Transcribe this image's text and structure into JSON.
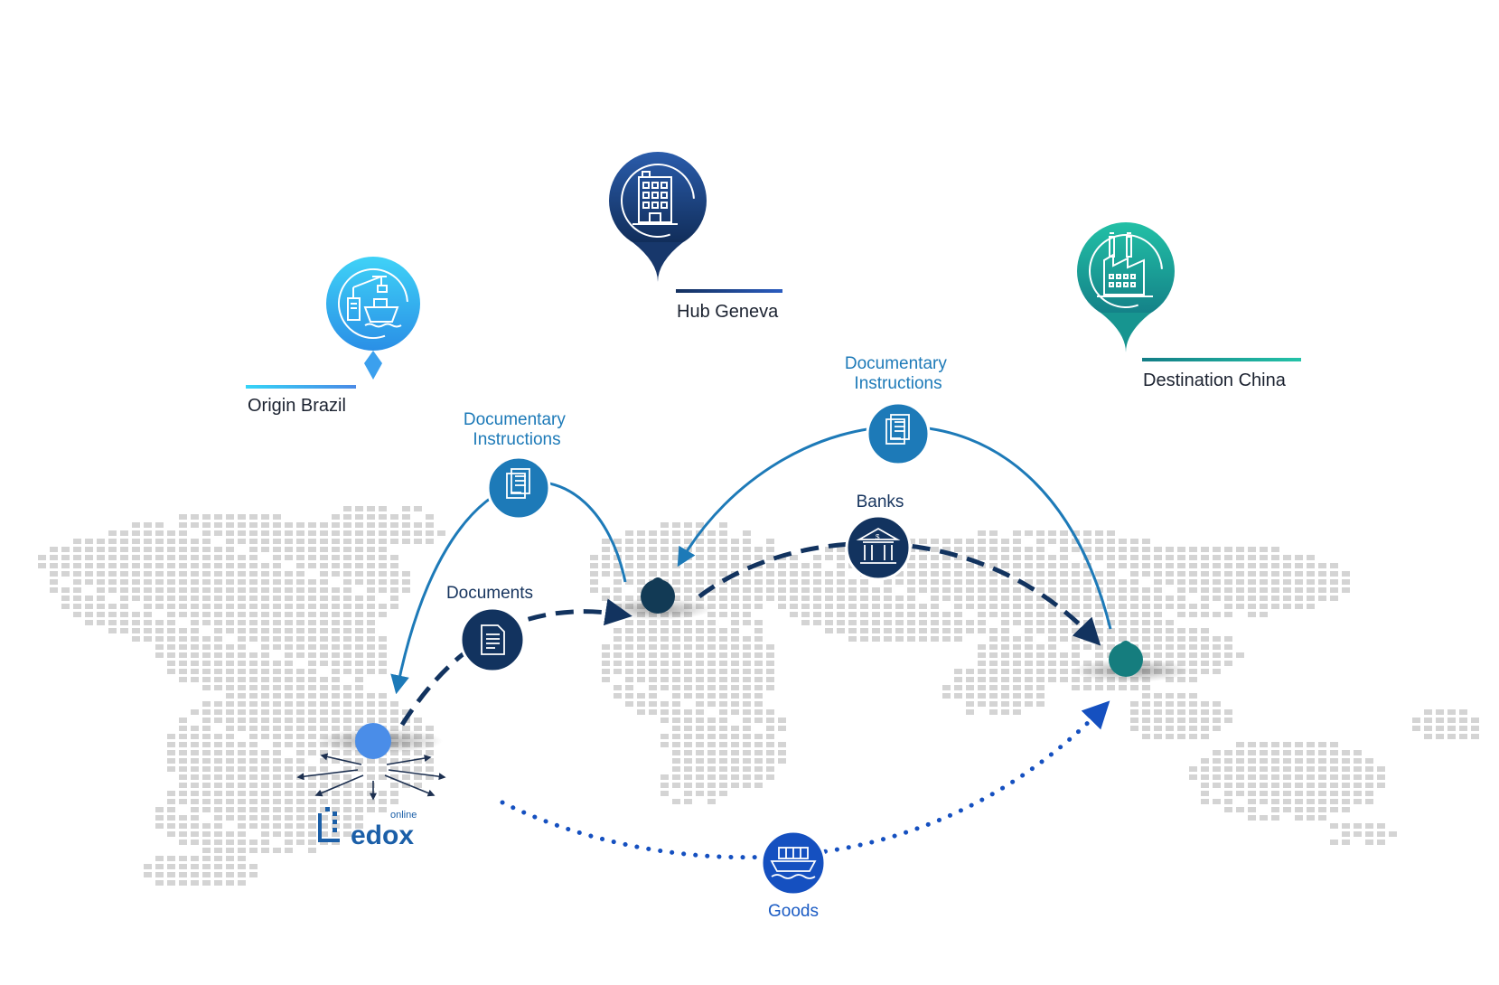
{
  "diagram": {
    "locations": {
      "origin": {
        "label": "Origin Brazil",
        "icon": "port-crane-ship-icon",
        "color": "#34c6f2"
      },
      "hub": {
        "label": "Hub Geneva",
        "icon": "office-building-icon",
        "color": "#1d3f7a"
      },
      "destination": {
        "label": "Destination China",
        "icon": "factory-icon",
        "color": "#1aa59a"
      }
    },
    "flows": {
      "documentary_instructions_left": "Documentary Instructions",
      "documentary_instructions_right": "Documentary Instructions",
      "documents": "Documents",
      "banks": "Banks",
      "goods": "Goods"
    },
    "logo": {
      "small_text": "online",
      "main_text": "edox"
    }
  },
  "colors": {
    "cyan": "#34c6f2",
    "navy": "#1d3f7a",
    "teal": "#1aa59a",
    "flow_blue": "#1d7ab8",
    "dashed_navy": "#12335f",
    "goods_blue": "#1550c0",
    "map_grey": "#d4d4d4"
  }
}
